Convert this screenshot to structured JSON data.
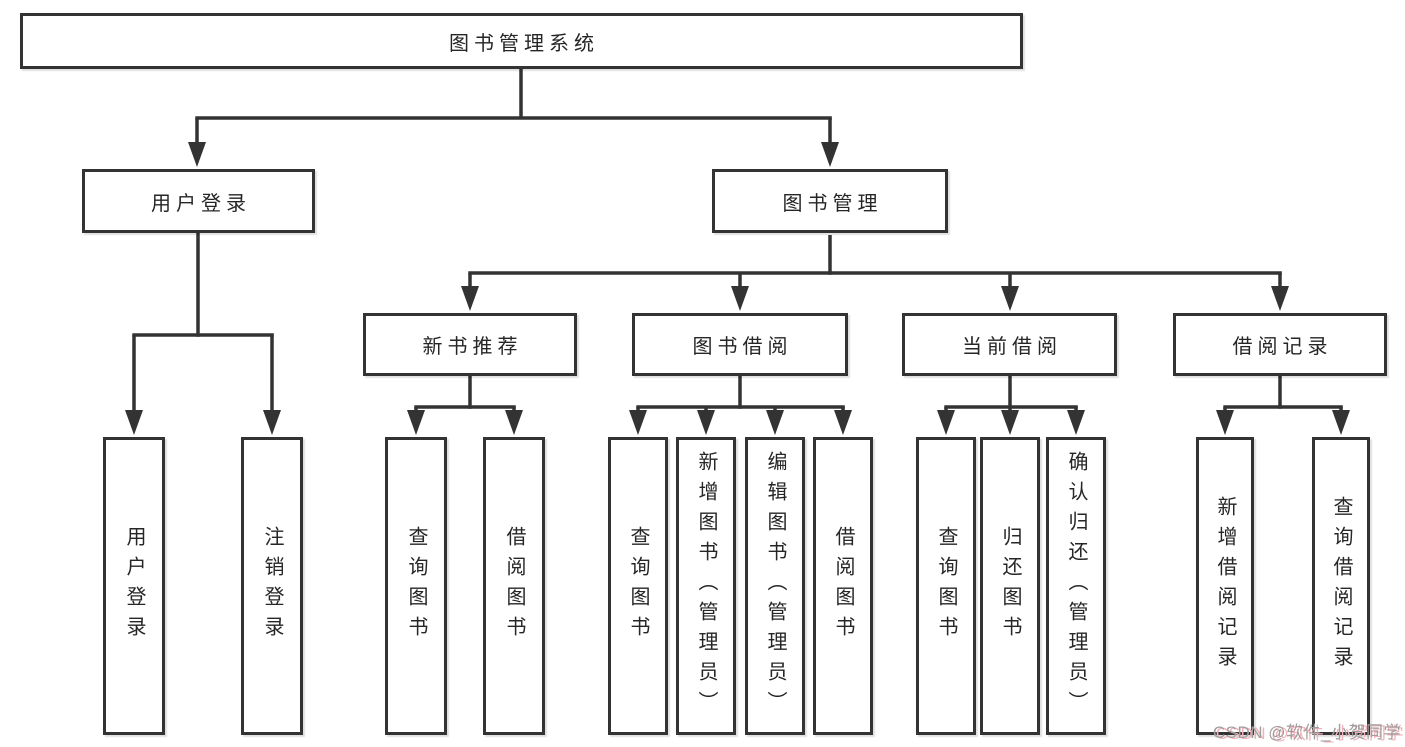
{
  "tree": {
    "root": {
      "label": "图书管理系统",
      "children": [
        {
          "label": "用户登录",
          "children": [
            {
              "label": "用户登录"
            },
            {
              "label": "注销登录"
            }
          ]
        },
        {
          "label": "图书管理",
          "children": [
            {
              "label": "新书推荐",
              "children": [
                {
                  "label": "查询图书"
                },
                {
                  "label": "借阅图书"
                }
              ]
            },
            {
              "label": "图书借阅",
              "children": [
                {
                  "label": "查询图书"
                },
                {
                  "label": "新增图书（管理员）"
                },
                {
                  "label": "编辑图书（管理员）"
                },
                {
                  "label": "借阅图书"
                }
              ]
            },
            {
              "label": "当前借阅",
              "children": [
                {
                  "label": "查询图书"
                },
                {
                  "label": "归还图书"
                },
                {
                  "label": "确认归还（管理员）"
                }
              ]
            },
            {
              "label": "借阅记录",
              "children": [
                {
                  "label": "新增借阅记录"
                },
                {
                  "label": "查询借阅记录"
                }
              ]
            }
          ]
        }
      ]
    }
  },
  "watermark": {
    "text": "CSDN @软件_小贺同学"
  },
  "colors": {
    "line": "#333333",
    "box_border": "#333333",
    "box_background": "#ffffff",
    "text": "#262626",
    "page_background": "#ffffff",
    "watermark_text": "#9e9e9e",
    "watermark_shadow": "#f3b0bb"
  }
}
